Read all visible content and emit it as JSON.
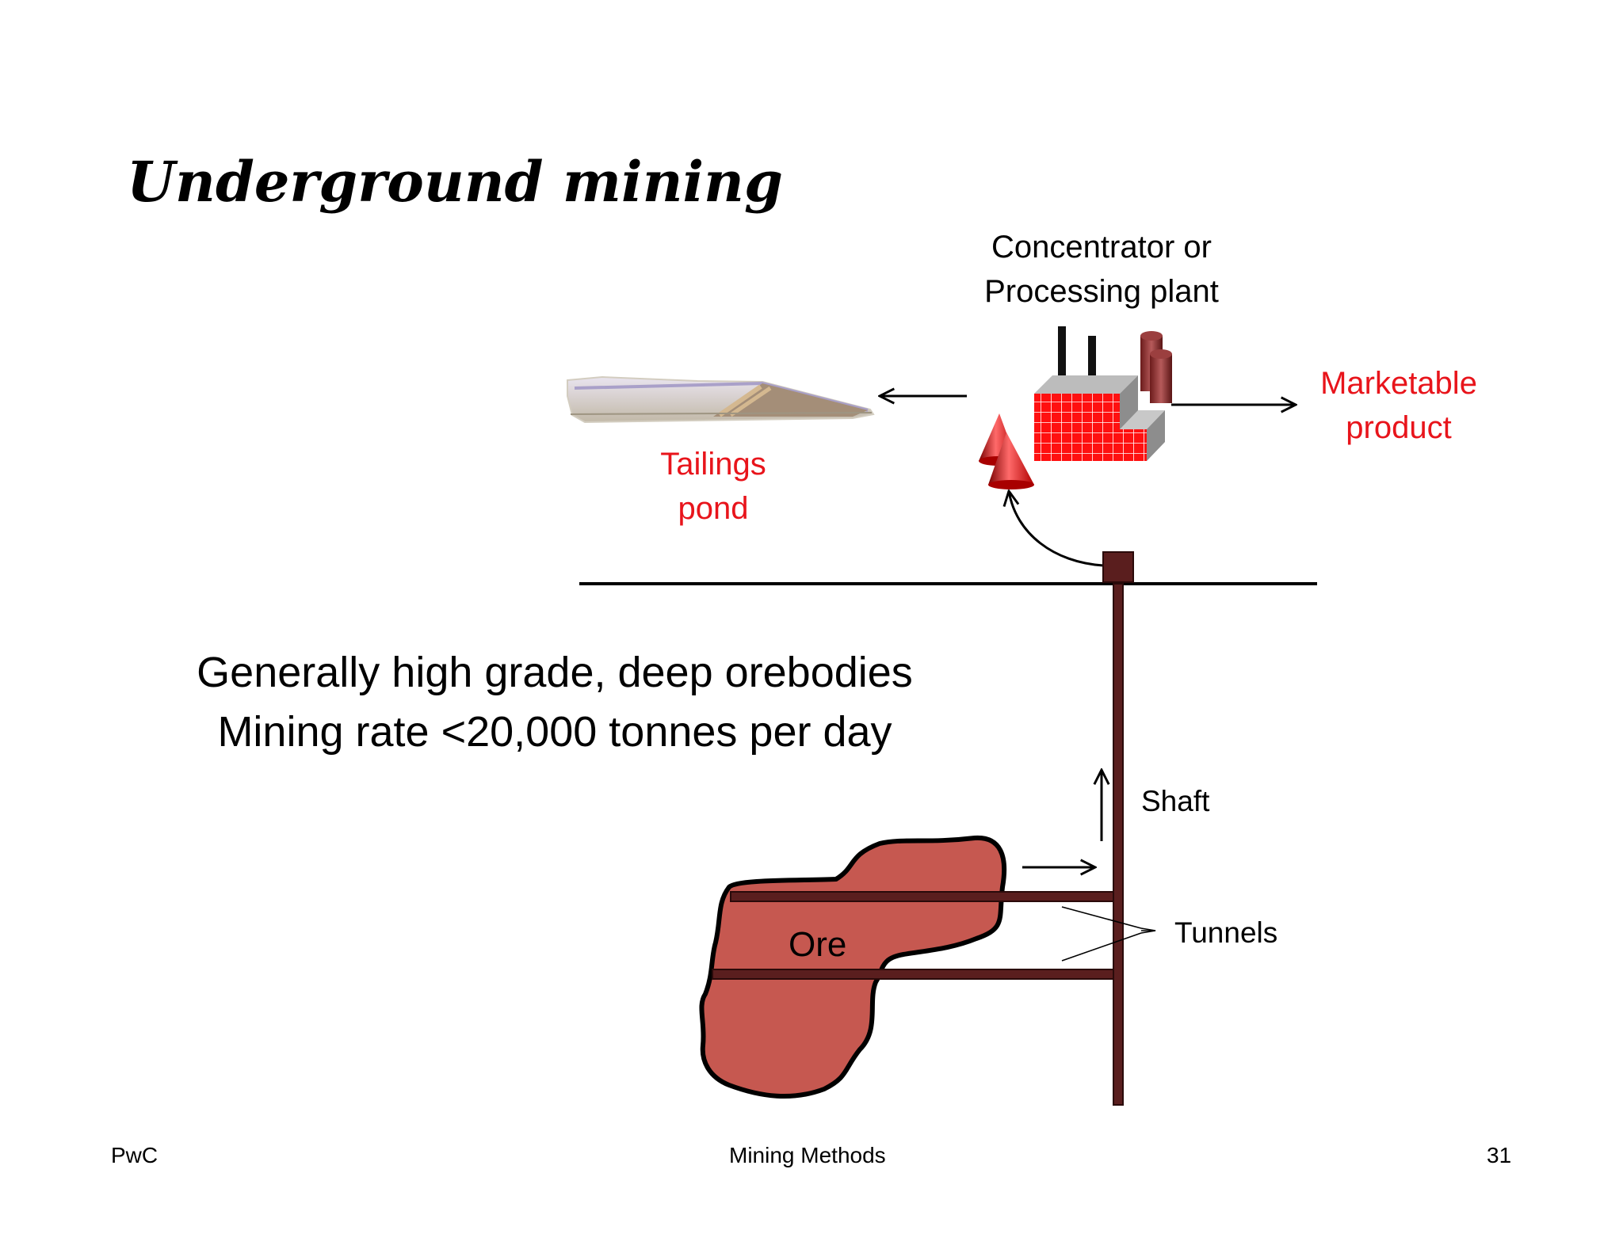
{
  "slide": {
    "title": "Underground mining",
    "summary": {
      "line1": "Generally high grade, deep orebodies",
      "line2": "Mining rate <20,000 tonnes per day"
    }
  },
  "diagram": {
    "plant_label": {
      "line1": "Concentrator or",
      "line2": "Processing plant"
    },
    "product_label": {
      "line1": "Marketable",
      "line2": "product"
    },
    "tailings_label": {
      "line1": "Tailings",
      "line2": "pond"
    },
    "shaft_label": "Shaft",
    "tunnels_label": "Tunnels",
    "ore_label": "Ore"
  },
  "footer": {
    "left": "PwC",
    "center": "Mining Methods",
    "page_number": "31"
  },
  "colors": {
    "accent_red": "#e8141b",
    "ore_fill": "#c65850",
    "shaft_brown": "#5a1e1e",
    "ground_line": "#000000"
  }
}
